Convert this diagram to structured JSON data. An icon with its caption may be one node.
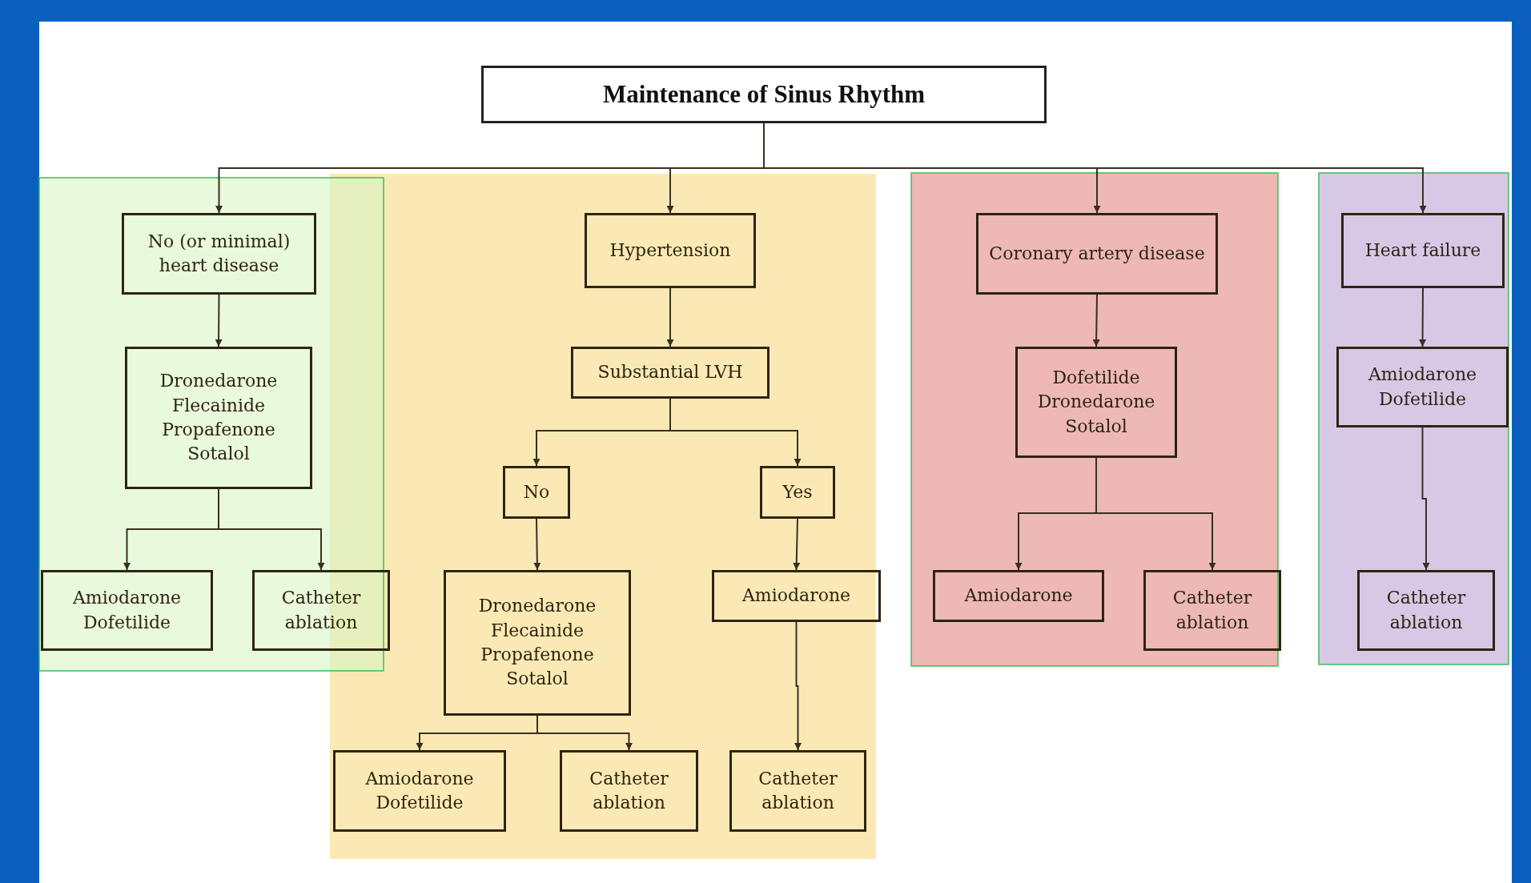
{
  "diagram": {
    "nodes": [
      {
        "text": [
          "Maintenance of Sinus Rhythm"
        ]
      },
      {
        "text": [
          "No (or minimal) heart disease"
        ]
      },
      {
        "text": [
          "Dronedarone Flecainide Propafenone Sotalol"
        ]
      },
      {
        "text": [
          "Amiodarone Dofetilide"
        ]
      },
      {
        "text": [
          "Catheter ablation"
        ]
      },
      {
        "text": [
          "Hypertension"
        ]
      },
      {
        "text": [
          "Substantial LVH"
        ]
      },
      {
        "text": [
          "No"
        ]
      },
      {
        "text": [
          "Yes"
        ]
      },
      {
        "text": [
          "Dronedarone Flecainide Propafenone Sotalol"
        ]
      },
      {
        "text": [
          "Amiodarone"
        ]
      },
      {
        "text": [
          "Amiodarone Dofetilide"
        ]
      },
      {
        "text": [
          "Catheter ablation"
        ]
      },
      {
        "text": [
          "Catheter ablation"
        ]
      },
      {
        "text": [
          "Coronary artery disease"
        ]
      },
      {
        "text": [
          "Dofetilide Dronedarone Sotalol"
        ]
      },
      {
        "text": [
          "Amiodarone"
        ]
      },
      {
        "text": [
          "Catheter ablation"
        ]
      },
      {
        "text": [
          "Heart failure"
        ]
      },
      {
        "text": [
          "Amiodarone Dofetilide"
        ]
      },
      {
        "text": [
          "Catheter ablation"
        ]
      }
    ],
    "edges": [
      {
        "from": 0,
        "to": 1,
        "arrow": "to"
      },
      {
        "from": 0,
        "to": 5,
        "arrow": "to"
      },
      {
        "from": 0,
        "to": 14,
        "arrow": "to"
      },
      {
        "from": 0,
        "to": 18,
        "arrow": "to"
      },
      {
        "from": 1,
        "to": 2,
        "arrow": "to"
      },
      {
        "from": 2,
        "to": 3,
        "arrow": "to"
      },
      {
        "from": 2,
        "to": 4,
        "arrow": "to"
      },
      {
        "from": 5,
        "to": 6,
        "arrow": "to"
      },
      {
        "from": 6,
        "to": 7,
        "arrow": "to"
      },
      {
        "from": 6,
        "to": 8,
        "arrow": "to"
      },
      {
        "from": 7,
        "to": 9,
        "arrow": "to"
      },
      {
        "from": 8,
        "to": 10,
        "arrow": "to"
      },
      {
        "from": 9,
        "to": 11,
        "arrow": "to"
      },
      {
        "from": 9,
        "to": 12,
        "arrow": "to"
      },
      {
        "from": 10,
        "to": 13,
        "arrow": "to"
      },
      {
        "from": 14,
        "to": 15,
        "arrow": "to"
      },
      {
        "from": 15,
        "to": 16,
        "arrow": "to"
      },
      {
        "from": 15,
        "to": 17,
        "arrow": "to"
      },
      {
        "from": 18,
        "to": 19,
        "arrow": "to"
      },
      {
        "from": 19,
        "to": 20,
        "arrow": "to"
      }
    ]
  }
}
